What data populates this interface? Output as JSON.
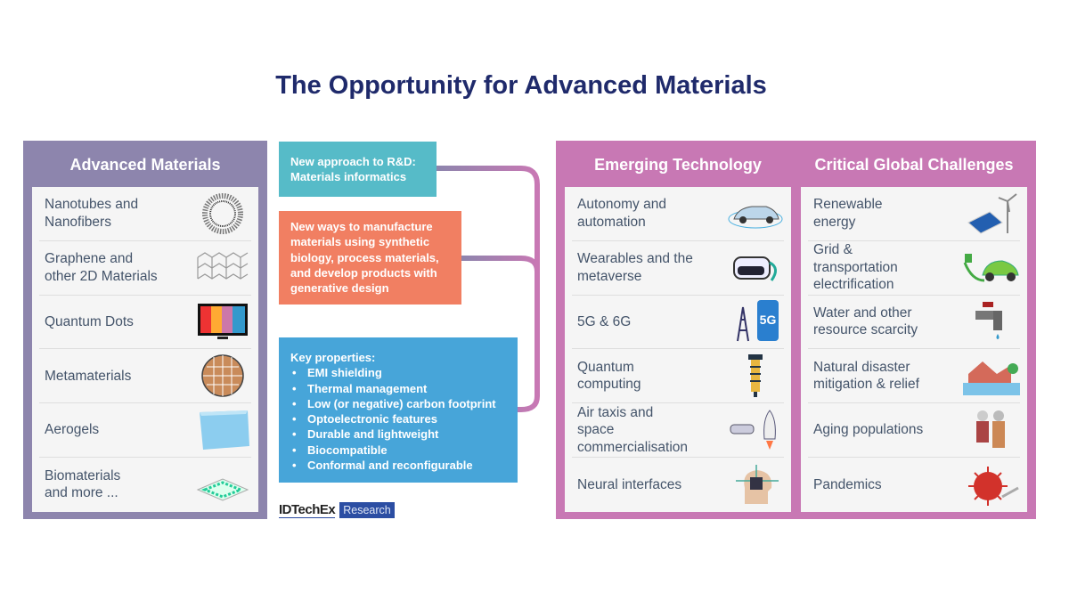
{
  "title": {
    "part1": "The Opportunity for ",
    "part2": "Advanced Materials"
  },
  "advanced_materials": {
    "header": "Advanced Materials",
    "items": [
      {
        "label": "Nanotubes and\nNanofibers",
        "icon": "nanotube-icon"
      },
      {
        "label": "Graphene and\nother 2D Materials",
        "icon": "graphene-icon"
      },
      {
        "label": "Quantum Dots",
        "icon": "tv-icon"
      },
      {
        "label": "Metamaterials",
        "icon": "metamaterial-disc-icon"
      },
      {
        "label": "Aerogels",
        "icon": "aerogel-block-icon"
      },
      {
        "label": "Biomaterials\nand more ...",
        "icon": "biomaterial-icon"
      }
    ]
  },
  "boxes": {
    "rd": "New approach to R&D:\nMaterials informatics",
    "manufacture": "New ways to manufacture materials using synthetic biology, process materials, and develop products with generative design",
    "key_title": "Key properties:",
    "key_items": [
      "EMI shielding",
      "Thermal management",
      "Low (or negative) carbon footprint",
      "Optoelectronic features",
      "Durable and lightweight",
      "Biocompatible",
      "Conformal and reconfigurable"
    ]
  },
  "emerging": {
    "header": "Emerging Technology",
    "items": [
      {
        "label": "Autonomy and\nautomation",
        "icon": "car-icon"
      },
      {
        "label": "Wearables and the\nmetaverse",
        "icon": "vr-headset-icon"
      },
      {
        "label": "5G & 6G",
        "icon": "5g-tower-icon",
        "badge": "5G"
      },
      {
        "label": "Quantum\ncomputing",
        "icon": "quantum-computer-icon"
      },
      {
        "label": "Air taxis and\nspace\ncommercialisation",
        "icon": "drone-rocket-icon"
      },
      {
        "label": "Neural interfaces",
        "icon": "brain-chip-icon"
      }
    ]
  },
  "challenges": {
    "header": "Critical Global Challenges",
    "items": [
      {
        "label": "Renewable\nenergy",
        "icon": "solar-wind-icon"
      },
      {
        "label": "Grid &\ntransportation\nelectrification",
        "icon": "ev-plug-icon"
      },
      {
        "label": "Water and other\nresource scarcity",
        "icon": "faucet-icon"
      },
      {
        "label": "Natural disaster\nmitigation & relief",
        "icon": "flood-house-icon"
      },
      {
        "label": "Aging populations",
        "icon": "elderly-couple-icon"
      },
      {
        "label": "Pandemics",
        "icon": "virus-icon"
      }
    ]
  },
  "logo": {
    "brand": "IDTechEx",
    "tag": "Research"
  },
  "colors": {
    "title": "#1f2a6b",
    "left_panel": "#8d85ad",
    "right_panel": "#c878b4",
    "teal": "#56bbc8",
    "orange": "#f17f62",
    "blue": "#47a5d9"
  }
}
